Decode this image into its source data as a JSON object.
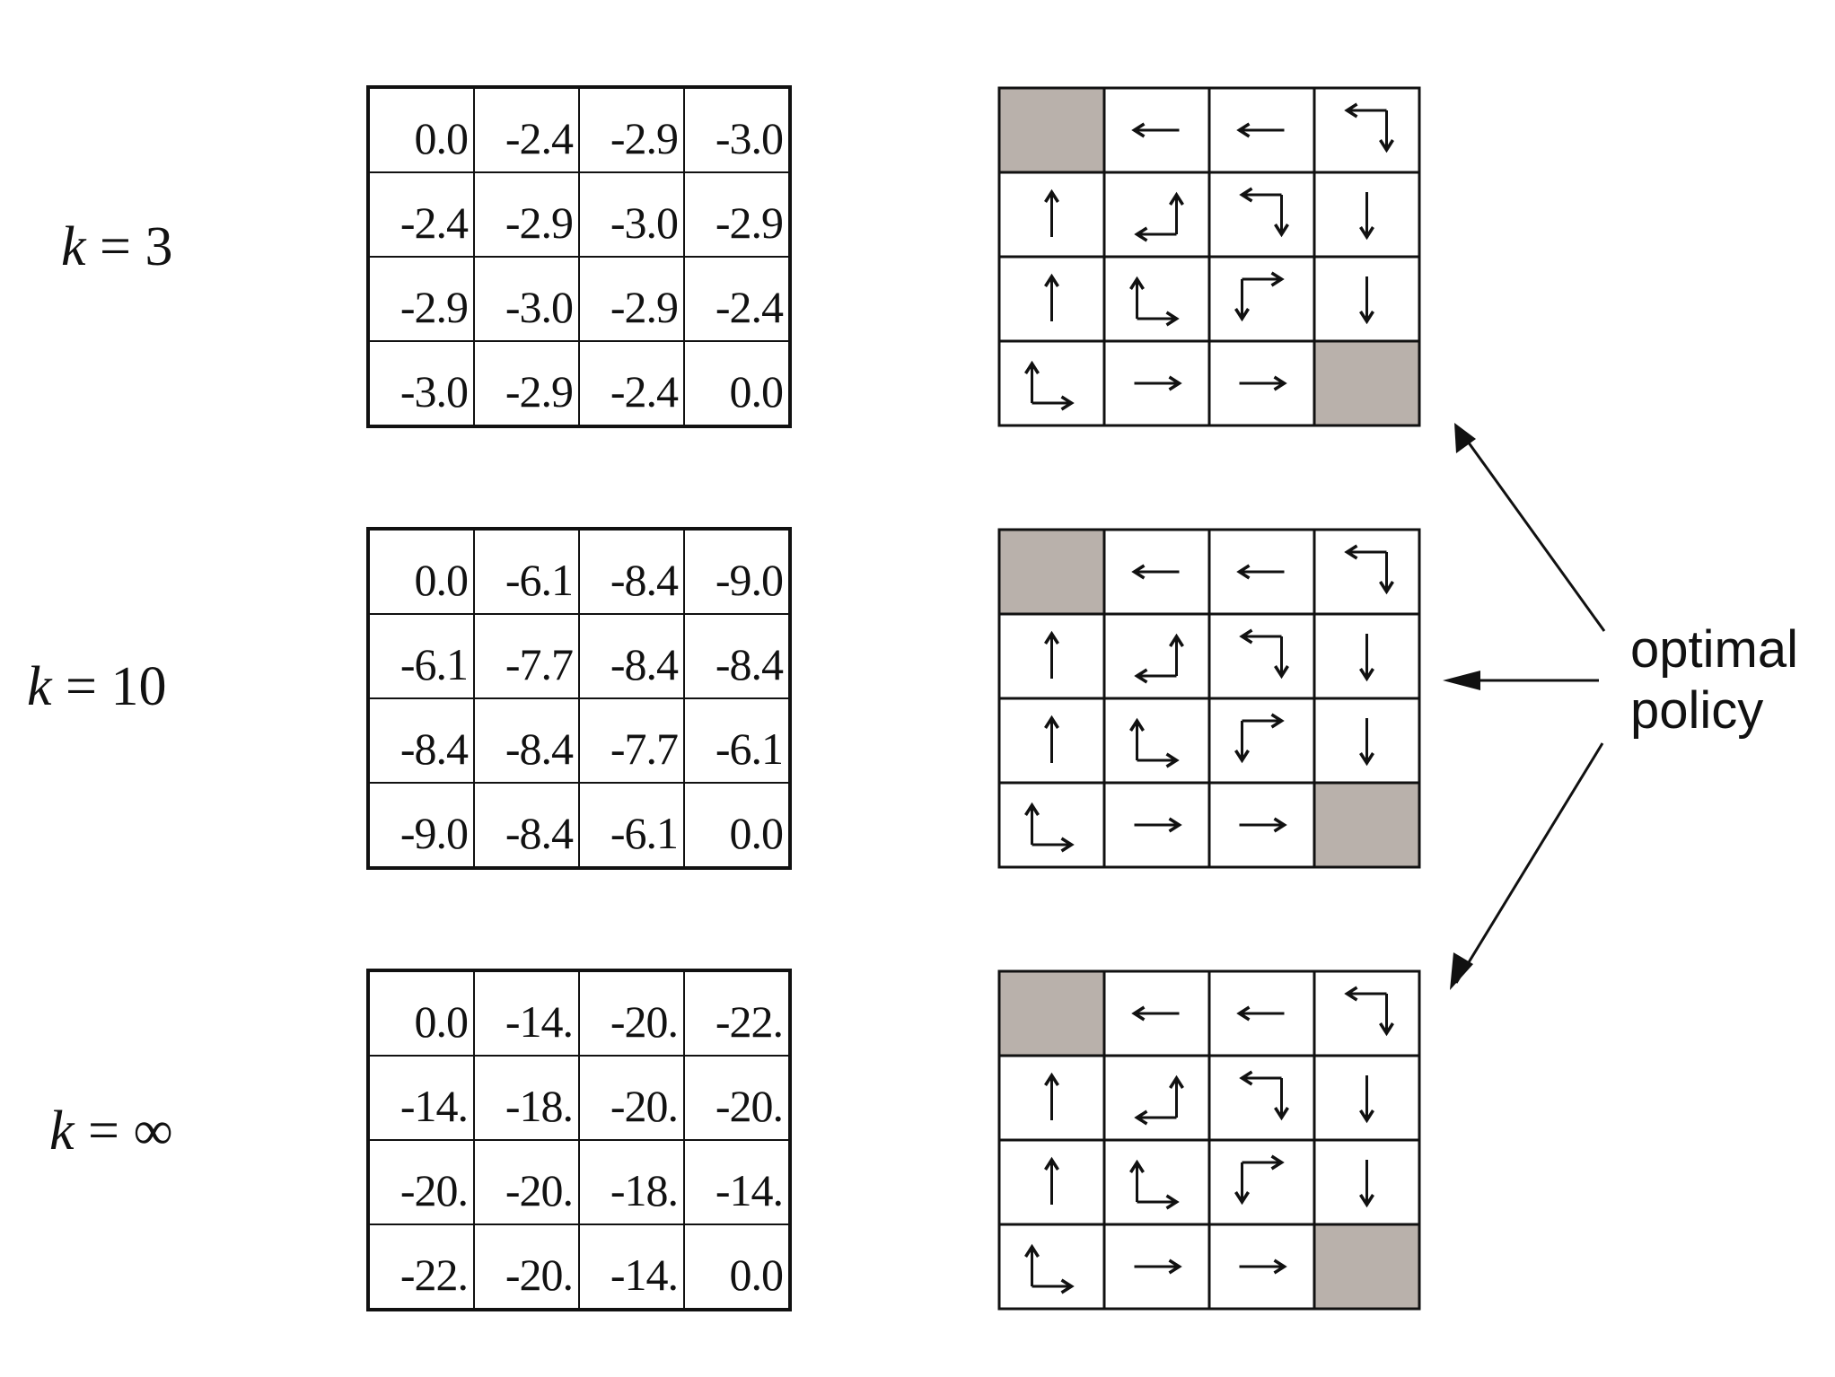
{
  "rows": [
    {
      "k_label_prefix": "k",
      "k_label_suffix": " = 3",
      "values": [
        [
          "0.0",
          "-2.4",
          "-2.9",
          "-3.0"
        ],
        [
          "-2.4",
          "-2.9",
          "-3.0",
          "-2.9"
        ],
        [
          "-2.9",
          "-3.0",
          "-2.9",
          "-2.4"
        ],
        [
          "-3.0",
          "-2.9",
          "-2.4",
          "0.0"
        ]
      ]
    },
    {
      "k_label_prefix": "k",
      "k_label_suffix": " = 10",
      "values": [
        [
          "0.0",
          "-6.1",
          "-8.4",
          "-9.0"
        ],
        [
          "-6.1",
          "-7.7",
          "-8.4",
          "-8.4"
        ],
        [
          "-8.4",
          "-8.4",
          "-7.7",
          "-6.1"
        ],
        [
          "-9.0",
          "-8.4",
          "-6.1",
          "0.0"
        ]
      ]
    },
    {
      "k_label_prefix": "k",
      "k_label_suffix": " = ∞",
      "values": [
        [
          "0.0",
          "-14.",
          "-20.",
          "-22."
        ],
        [
          "-14.",
          "-18.",
          "-20.",
          "-20."
        ],
        [
          "-20.",
          "-20.",
          "-18.",
          "-14."
        ],
        [
          "-22.",
          "-20.",
          "-14.",
          "0.0"
        ]
      ]
    }
  ],
  "policy": [
    [
      [
        "terminal"
      ],
      [
        "left"
      ],
      [
        "left"
      ],
      [
        "left",
        "down"
      ]
    ],
    [
      [
        "up"
      ],
      [
        "left",
        "up"
      ],
      [
        "left",
        "down"
      ],
      [
        "down"
      ]
    ],
    [
      [
        "up"
      ],
      [
        "up",
        "right"
      ],
      [
        "down",
        "right"
      ],
      [
        "down"
      ]
    ],
    [
      [
        "up",
        "right"
      ],
      [
        "right"
      ],
      [
        "right"
      ],
      [
        "terminal"
      ]
    ]
  ],
  "annotation": {
    "line1": "optimal",
    "line2": "policy"
  },
  "colors": {
    "terminal": "#b9b1ab",
    "line": "#111111"
  }
}
